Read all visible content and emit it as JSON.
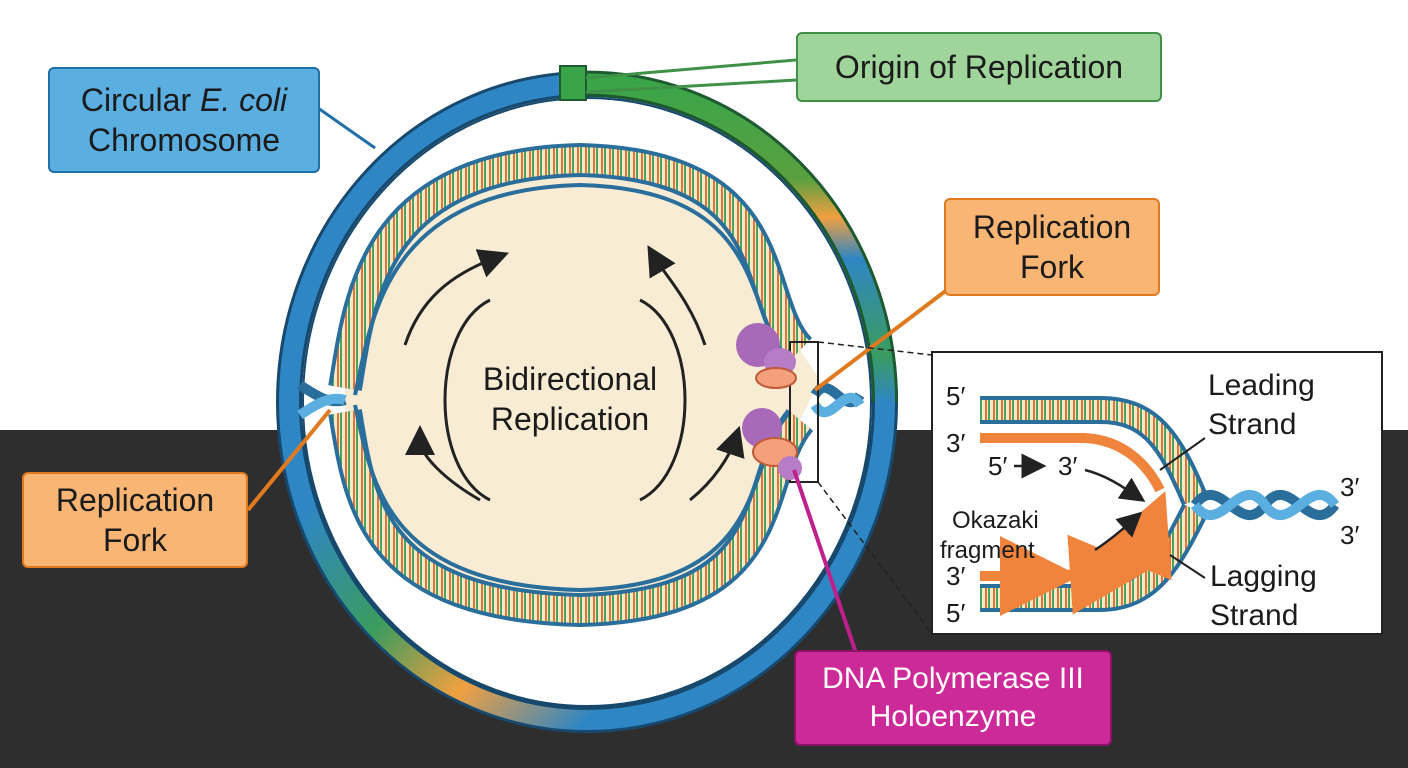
{
  "labels": {
    "chromosome_line1_prefix": "Circular ",
    "chromosome_line1_italic": "E. coli",
    "chromosome_line2": "Chromosome",
    "origin": "Origin of Replication",
    "fork_right_line1": "Replication",
    "fork_right_line2": "Fork",
    "fork_left_line1": "Replication",
    "fork_left_line2": "Fork",
    "polymerase_line1": "DNA Polymerase III",
    "polymerase_line2": "Holoenzyme",
    "center_line1": "Bidirectional",
    "center_line2": "Replication"
  },
  "inset": {
    "top_left_5": "5′",
    "top_left_3": "3′",
    "direction_5": "5′",
    "direction_3": "3′",
    "leading_line1": "Leading",
    "leading_line2": "Strand",
    "okazaki_line1": "Okazaki",
    "okazaki_line2": "fragment",
    "bottom_left_3": "3′",
    "bottom_left_5": "5′",
    "lagging_line1": "Lagging",
    "lagging_line2": "Strand",
    "right_3_top": "3′",
    "right_3_bottom": "3′"
  },
  "colors": {
    "chromosome_blue": "#2f86c4",
    "origin_green": "#3aa548",
    "fork_orange": "#f08a2c",
    "polymerase_magenta": "#c0208c",
    "bubble_fill": "#f8ecd4",
    "new_strand_orange": "#f0843c"
  }
}
